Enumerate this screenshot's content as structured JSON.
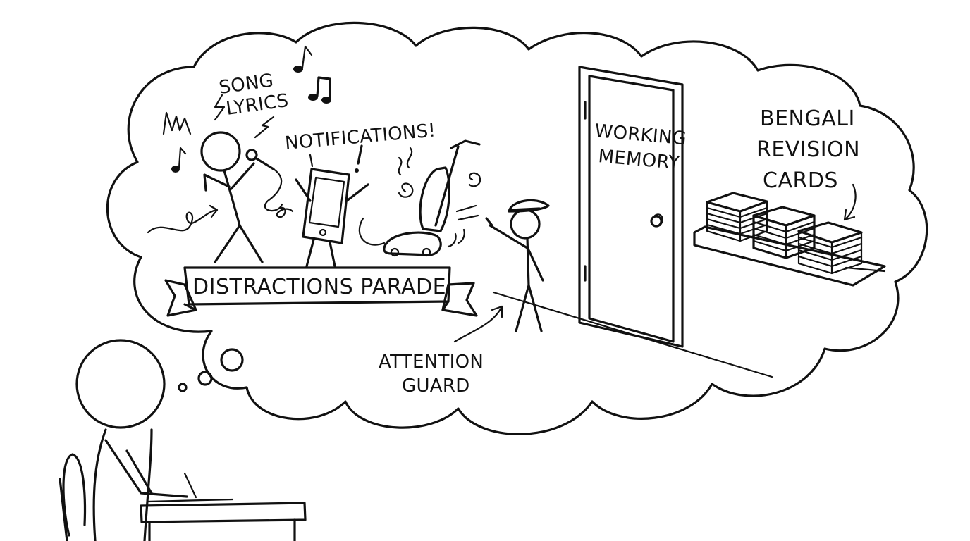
{
  "labels": {
    "song_line1": "SONG",
    "song_line2": "LYRICS",
    "notifications": "NOTIFICATIONS!",
    "banner": "DISTRACTIONS PARADE",
    "guard_line1": "ATTENTION",
    "guard_line2": "GUARD",
    "door_line1": "WORKING",
    "door_line2": "MEMORY",
    "cards_line1": "BENGALI",
    "cards_line2": "REVISION",
    "cards_line3": "CARDS"
  },
  "colors": {
    "ink": "#111111",
    "background": "#ffffff",
    "highlight_cards": "#d9bf5f"
  }
}
